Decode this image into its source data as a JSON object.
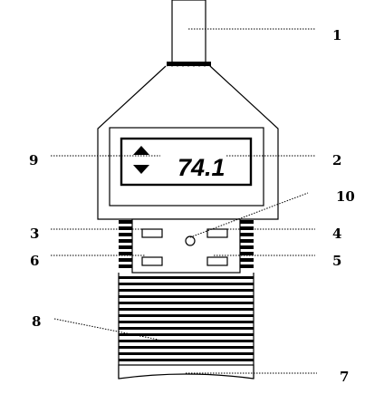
{
  "display": {
    "reading": "74.1",
    "arrow_icons": [
      "up-triangle-icon",
      "down-triangle-icon"
    ]
  },
  "labels": {
    "l1": "1",
    "l2": "2",
    "l3": "3",
    "l4": "4",
    "l5": "5",
    "l6": "6",
    "l7": "7",
    "l8": "8",
    "l9": "9",
    "l10": "10"
  },
  "colors": {
    "stroke": "#000000",
    "background": "#ffffff"
  }
}
